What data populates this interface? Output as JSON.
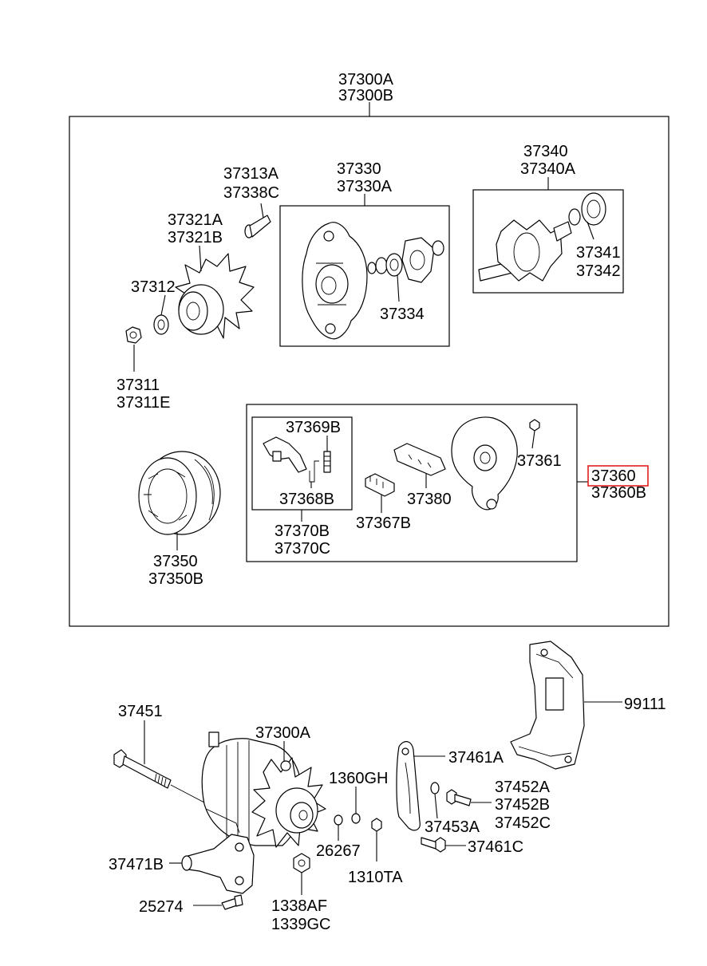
{
  "labels": {
    "l37300A": "37300A",
    "l37300B": "37300B",
    "l37313A": "37313A",
    "l37338C": "37338C",
    "l37330": "37330",
    "l37330A": "37330A",
    "l37340": "37340",
    "l37340A": "37340A",
    "l37321A": "37321A",
    "l37321B": "37321B",
    "l37312": "37312",
    "l37334": "37334",
    "l37341": "37341",
    "l37342": "37342",
    "l37311": "37311",
    "l37311E": "37311E",
    "l37369B": "37369B",
    "l37368B": "37368B",
    "l37361": "37361",
    "l37360": "37360",
    "l37360B": "37360B",
    "l37380": "37380",
    "l37367B": "37367B",
    "l37370B": "37370B",
    "l37370C": "37370C",
    "l37350": "37350",
    "l37350B": "37350B",
    "l37451": "37451",
    "l37300A_lower": "37300A",
    "l1360GH": "1360GH",
    "l37461A": "37461A",
    "l99111": "99111",
    "l37452A": "37452A",
    "l37452B": "37452B",
    "l37452C": "37452C",
    "l37453A": "37453A",
    "l26267": "26267",
    "l37461C": "37461C",
    "l37471B": "37471B",
    "l1310TA": "1310TA",
    "l25274": "25274",
    "l1338AF": "1338AF",
    "l1339GC": "1339GC"
  },
  "highlight": {
    "part": "37360",
    "color": "#e0201e"
  }
}
